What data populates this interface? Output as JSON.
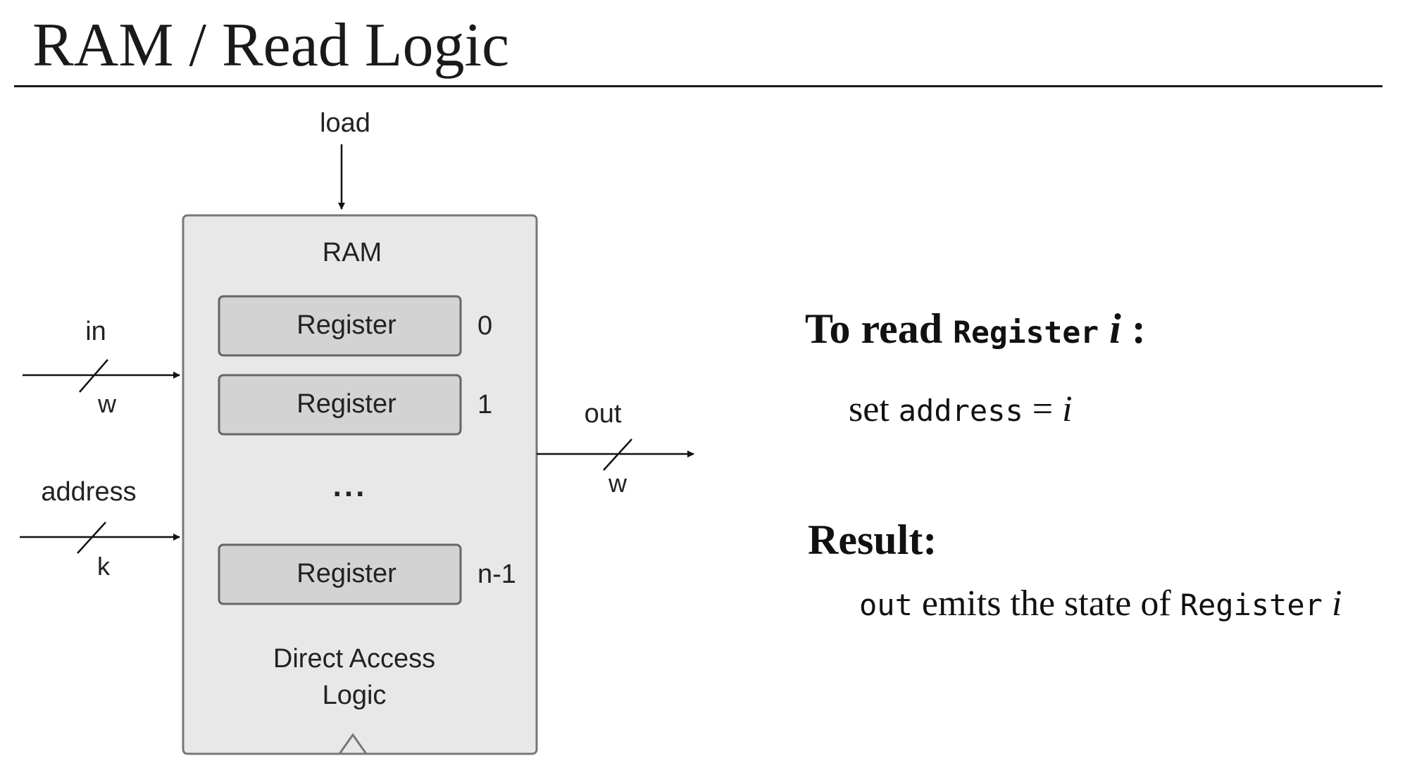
{
  "slide": {
    "title": "RAM / Read Logic"
  },
  "ram_diagram": {
    "load_label": "load",
    "chip_label": "RAM",
    "registers": [
      {
        "label": "Register",
        "index": "0"
      },
      {
        "label": "Register",
        "index": "1"
      },
      {
        "label": "Register",
        "index": "n-1"
      }
    ],
    "ellipsis": "...",
    "logic_line1": "Direct Access",
    "logic_line2": "Logic",
    "inputs": {
      "in_label": "in",
      "in_width": "w",
      "address_label": "address",
      "address_width": "k"
    },
    "output": {
      "out_label": "out",
      "out_width": "w"
    }
  },
  "read_instructions": {
    "heading_text": "To read ",
    "heading_code": "Register",
    "heading_var": "i",
    "heading_colon": " :",
    "step_text": "set ",
    "step_code": "address",
    "step_equals": " = ",
    "step_var": "i",
    "result_heading": "Result:",
    "result_code_out": "out",
    "result_text": " emits the state of ",
    "result_code_register": "Register",
    "result_var": "i"
  }
}
